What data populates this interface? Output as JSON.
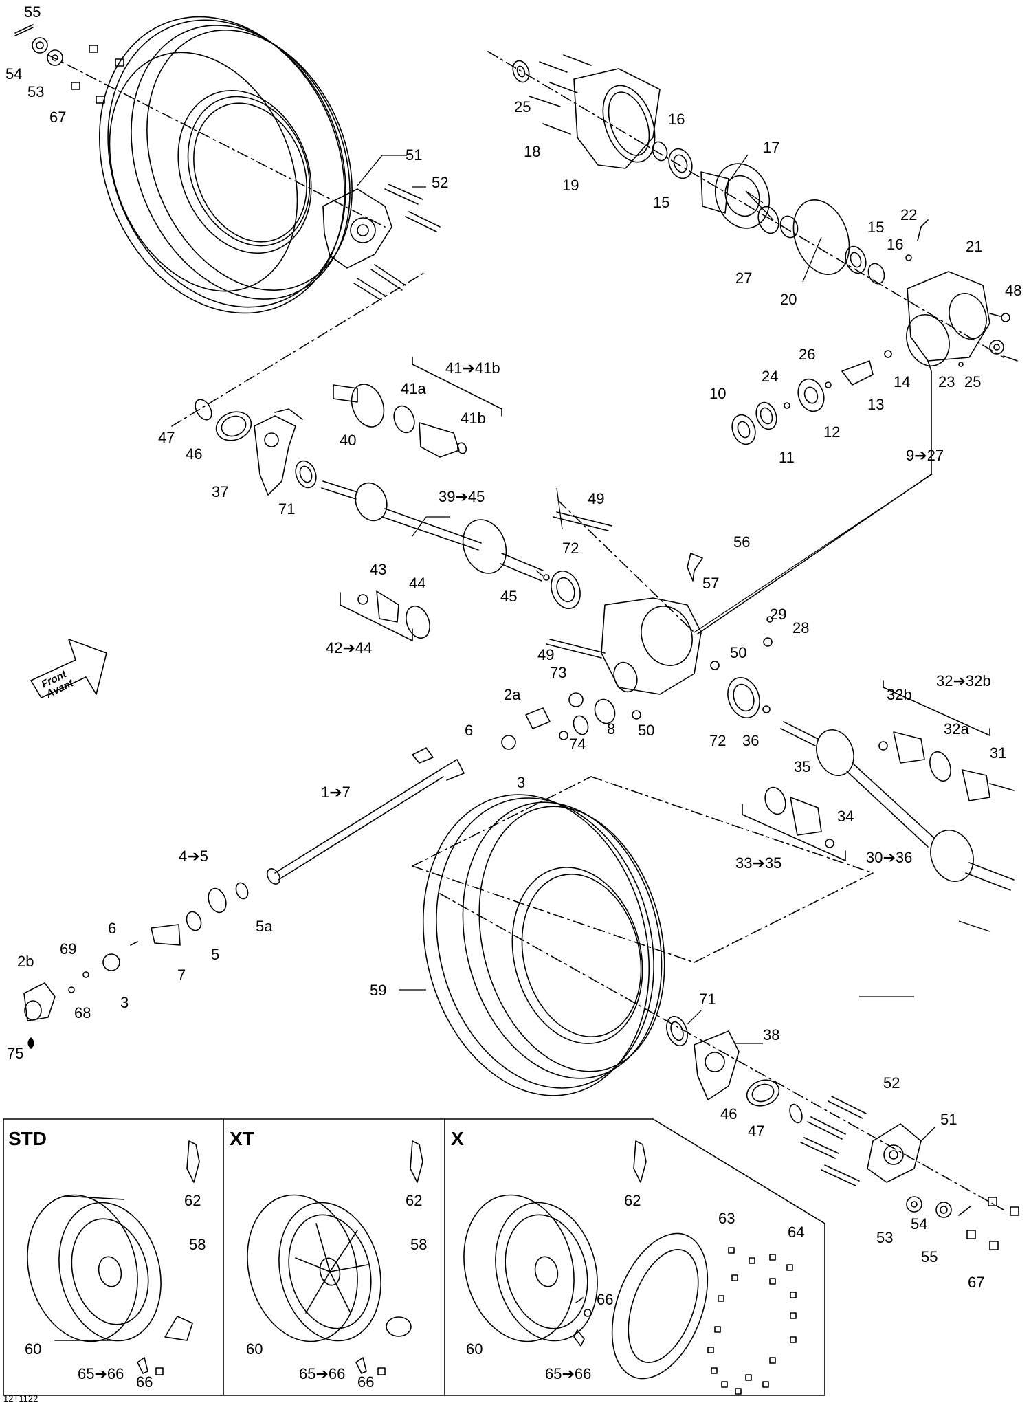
{
  "drawing_code": "12T1122",
  "front_arrow": {
    "line1": "Front",
    "line2": "Avant"
  },
  "panels": {
    "std": "STD",
    "xt": "XT",
    "x": "X"
  },
  "labels": [
    {
      "id": "55a",
      "text": "55"
    },
    {
      "id": "54a",
      "text": "54"
    },
    {
      "id": "53a",
      "text": "53"
    },
    {
      "id": "67a",
      "text": "67"
    },
    {
      "id": "51a",
      "text": "51"
    },
    {
      "id": "52a",
      "text": "52"
    },
    {
      "id": "25a",
      "text": "25"
    },
    {
      "id": "18",
      "text": "18"
    },
    {
      "id": "19",
      "text": "19"
    },
    {
      "id": "16a",
      "text": "16"
    },
    {
      "id": "17",
      "text": "17"
    },
    {
      "id": "15a",
      "text": "15"
    },
    {
      "id": "27a",
      "text": "27"
    },
    {
      "id": "20",
      "text": "20"
    },
    {
      "id": "15b",
      "text": "15"
    },
    {
      "id": "16b",
      "text": "16"
    },
    {
      "id": "22",
      "text": "22"
    },
    {
      "id": "21",
      "text": "21"
    },
    {
      "id": "48",
      "text": "48"
    },
    {
      "id": "26",
      "text": "26"
    },
    {
      "id": "24",
      "text": "24"
    },
    {
      "id": "10",
      "text": "10"
    },
    {
      "id": "12",
      "text": "12"
    },
    {
      "id": "13",
      "text": "13"
    },
    {
      "id": "14",
      "text": "14"
    },
    {
      "id": "23",
      "text": "23"
    },
    {
      "id": "25b",
      "text": "25"
    },
    {
      "id": "11",
      "text": "11"
    },
    {
      "id": "9-27",
      "text": "9➔27"
    },
    {
      "id": "41-41b",
      "text": "41➔41b"
    },
    {
      "id": "41a",
      "text": "41a"
    },
    {
      "id": "41b",
      "text": "41b"
    },
    {
      "id": "40",
      "text": "40"
    },
    {
      "id": "47a",
      "text": "47"
    },
    {
      "id": "46a",
      "text": "46"
    },
    {
      "id": "37",
      "text": "37"
    },
    {
      "id": "71a",
      "text": "71"
    },
    {
      "id": "39-45",
      "text": "39➔45"
    },
    {
      "id": "49a",
      "text": "49"
    },
    {
      "id": "56",
      "text": "56"
    },
    {
      "id": "72a",
      "text": "72"
    },
    {
      "id": "57",
      "text": "57"
    },
    {
      "id": "45",
      "text": "45"
    },
    {
      "id": "43",
      "text": "43"
    },
    {
      "id": "44",
      "text": "44"
    },
    {
      "id": "42-44",
      "text": "42➔44"
    },
    {
      "id": "29",
      "text": "29"
    },
    {
      "id": "28",
      "text": "28"
    },
    {
      "id": "49b",
      "text": "49"
    },
    {
      "id": "50a",
      "text": "50"
    },
    {
      "id": "73",
      "text": "73"
    },
    {
      "id": "2a",
      "text": "2a"
    },
    {
      "id": "8",
      "text": "8"
    },
    {
      "id": "74",
      "text": "74"
    },
    {
      "id": "50b",
      "text": "50"
    },
    {
      "id": "72b",
      "text": "72"
    },
    {
      "id": "36",
      "text": "36"
    },
    {
      "id": "32-32b",
      "text": "32➔32b"
    },
    {
      "id": "32b",
      "text": "32b"
    },
    {
      "id": "32a",
      "text": "32a"
    },
    {
      "id": "31",
      "text": "31"
    },
    {
      "id": "6a",
      "text": "6"
    },
    {
      "id": "3a",
      "text": "3"
    },
    {
      "id": "1-7",
      "text": "1➔7"
    },
    {
      "id": "35",
      "text": "35"
    },
    {
      "id": "34",
      "text": "34"
    },
    {
      "id": "33-35",
      "text": "33➔35"
    },
    {
      "id": "30-36",
      "text": "30➔36"
    },
    {
      "id": "4-5",
      "text": "4➔5"
    },
    {
      "id": "5a",
      "text": "5a"
    },
    {
      "id": "6b",
      "text": "6"
    },
    {
      "id": "5b",
      "text": "5"
    },
    {
      "id": "7",
      "text": "7"
    },
    {
      "id": "69",
      "text": "69"
    },
    {
      "id": "2b",
      "text": "2b"
    },
    {
      "id": "3b",
      "text": "3"
    },
    {
      "id": "68",
      "text": "68"
    },
    {
      "id": "75",
      "text": "75"
    },
    {
      "id": "59",
      "text": "59"
    },
    {
      "id": "71b",
      "text": "71"
    },
    {
      "id": "38",
      "text": "38"
    },
    {
      "id": "52b",
      "text": "52"
    },
    {
      "id": "46b",
      "text": "46"
    },
    {
      "id": "47b",
      "text": "47"
    },
    {
      "id": "51b",
      "text": "51"
    },
    {
      "id": "53b",
      "text": "53"
    },
    {
      "id": "54b",
      "text": "54"
    },
    {
      "id": "55b",
      "text": "55"
    },
    {
      "id": "67b",
      "text": "67"
    },
    {
      "id": "62a",
      "text": "62"
    },
    {
      "id": "58a",
      "text": "58"
    },
    {
      "id": "60a",
      "text": "60"
    },
    {
      "id": "65-66a",
      "text": "65➔66"
    },
    {
      "id": "66a",
      "text": "66"
    },
    {
      "id": "62b",
      "text": "62"
    },
    {
      "id": "58b",
      "text": "58"
    },
    {
      "id": "60b",
      "text": "60"
    },
    {
      "id": "65-66b",
      "text": "65➔66"
    },
    {
      "id": "66b",
      "text": "66"
    },
    {
      "id": "62c",
      "text": "62"
    },
    {
      "id": "63",
      "text": "63"
    },
    {
      "id": "64",
      "text": "64"
    },
    {
      "id": "66c",
      "text": "66"
    },
    {
      "id": "60c",
      "text": "60"
    },
    {
      "id": "65-66c",
      "text": "65➔66"
    }
  ]
}
